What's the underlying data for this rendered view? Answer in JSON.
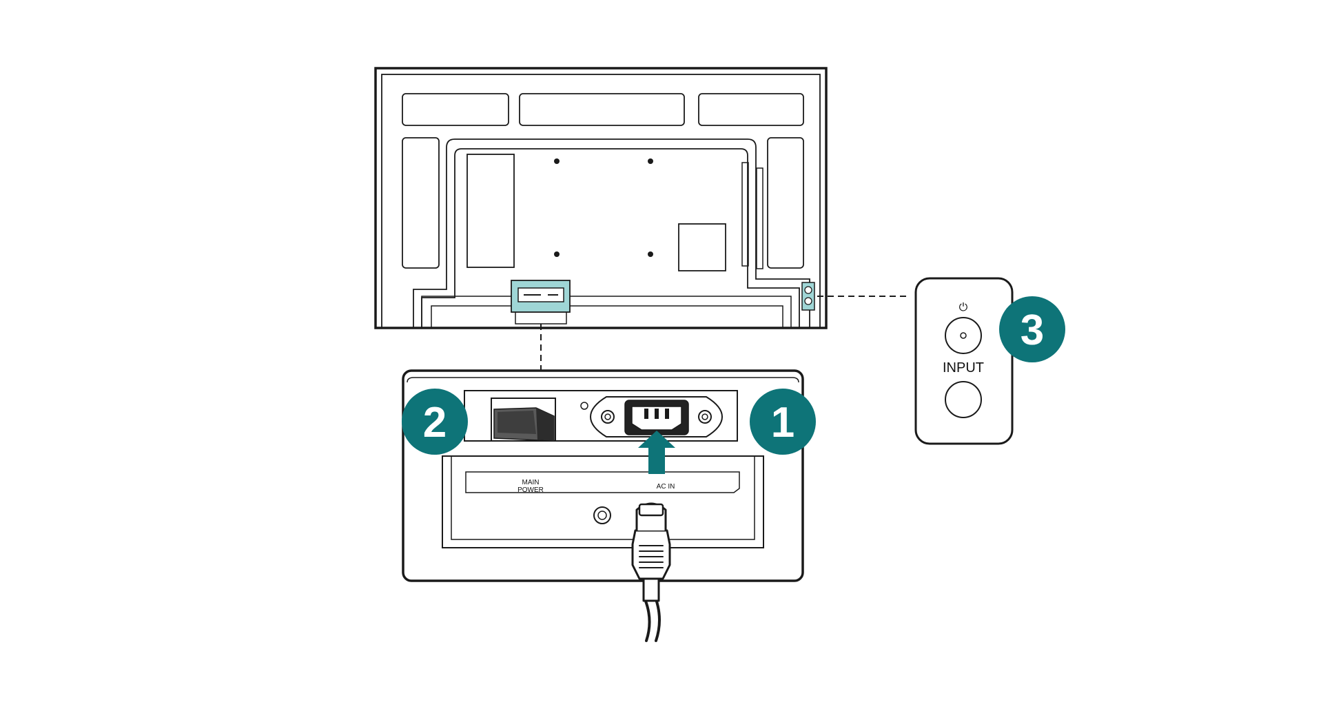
{
  "colors": {
    "accent": "#0e7478",
    "highlight": "#9fd6d6",
    "stroke": "#1a1a1a",
    "background": "#ffffff"
  },
  "labels": {
    "main_power": [
      "MAIN",
      "POWER"
    ],
    "ac_in": "AC IN",
    "input": "INPUT",
    "power_symbol": "⏻"
  },
  "badges": [
    "1",
    "2",
    "3"
  ],
  "icons": {
    "power": "power-symbol-icon",
    "arrow": "arrow-up-icon",
    "plug": "power-plug-icon"
  }
}
